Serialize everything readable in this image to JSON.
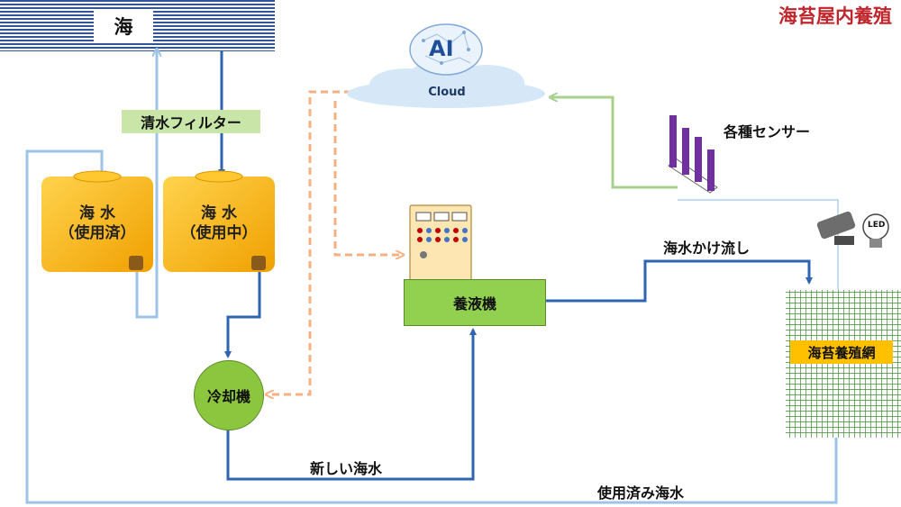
{
  "title": "海苔屋内養殖",
  "nodes": {
    "sea": "海",
    "filter": "清水フィルター",
    "tank_used": {
      "line1": "海 水",
      "line2": "（使用済）"
    },
    "tank_in_use": {
      "line1": "海 水",
      "line2": "（使用中）"
    },
    "cloud": "Cloud",
    "ai": "AI",
    "sensors": "各種センサー",
    "led": "LED",
    "nutrient_machine": "養液機",
    "cooler": "冷却機",
    "net": "海苔養殖網"
  },
  "flows": {
    "pour": "海水かけ流し",
    "new_water": "新しい海水",
    "used_water": "使用済み海水"
  },
  "colors": {
    "dark_blue": "#2e64b0",
    "light_blue": "#9dc3e6",
    "green_line": "#a9d18e",
    "orange_dashed": "#f4b183",
    "tank": "#ffb000",
    "machine": "#92d050",
    "net_grid": "#3c8d2f",
    "net_label": "#ffc000",
    "title": "#c0262c",
    "sensor": "#7030a0"
  }
}
